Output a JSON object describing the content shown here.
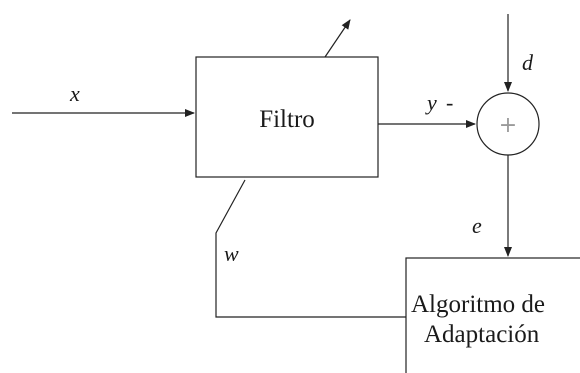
{
  "blocks": {
    "filter": "Filtro",
    "adaptation": [
      "Algoritmo de",
      "Adaptación"
    ]
  },
  "signals": {
    "input": "x",
    "output": "y",
    "output_sign": "-",
    "desired": "d",
    "error": "e",
    "weights": "w"
  },
  "summer": {
    "sign": "+"
  },
  "colors": {
    "line": "#222222",
    "text": "#1a1a1a",
    "summer_sign": "#9a9a9a"
  }
}
